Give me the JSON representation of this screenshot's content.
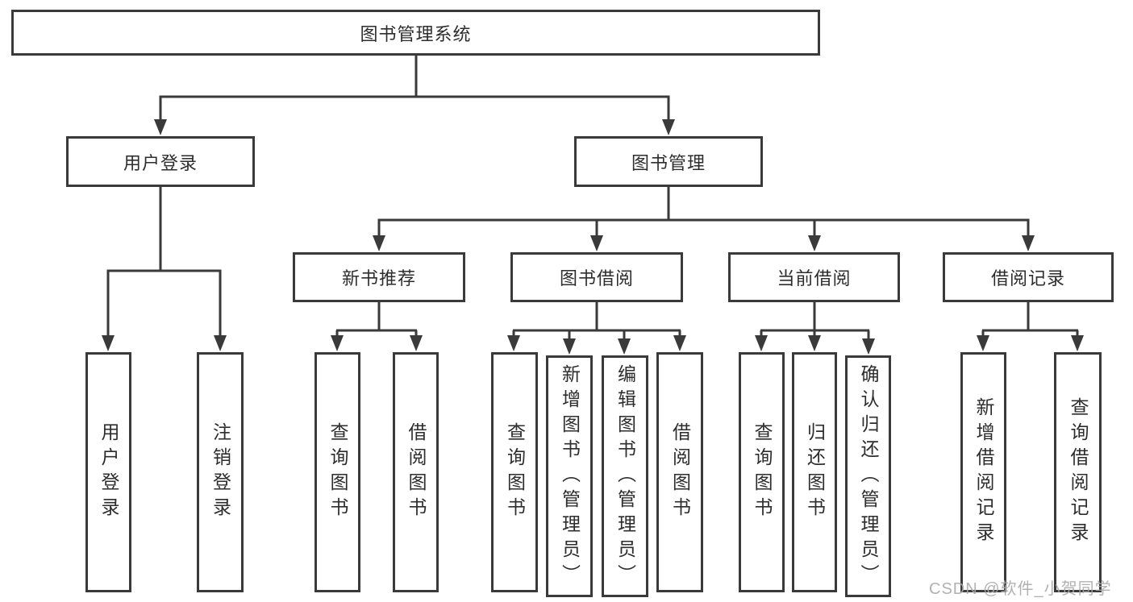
{
  "diagram": {
    "root": {
      "label": "图书管理系统"
    },
    "login": {
      "label": "用户登录",
      "children": [
        {
          "label": "用户登录"
        },
        {
          "label": "注销登录"
        }
      ]
    },
    "management": {
      "label": "图书管理",
      "sections": [
        {
          "label": "新书推荐",
          "children": [
            {
              "label": "查询图书"
            },
            {
              "label": "借阅图书"
            }
          ]
        },
        {
          "label": "图书借阅",
          "children": [
            {
              "label": "查询图书"
            },
            {
              "label": "新增图书（管理员）"
            },
            {
              "label": "编辑图书（管理员）"
            },
            {
              "label": "借阅图书"
            }
          ]
        },
        {
          "label": "当前借阅",
          "children": [
            {
              "label": "查询图书"
            },
            {
              "label": "归还图书"
            },
            {
              "label": "确认归还（管理员）"
            }
          ]
        },
        {
          "label": "借阅记录",
          "children": [
            {
              "label": "新增借阅记录"
            },
            {
              "label": "查询借阅记录"
            }
          ]
        }
      ]
    }
  },
  "watermark": {
    "text": "CSDN @软件_小贺同学"
  },
  "colors": {
    "line": "#3a3a3a",
    "text": "#2d2d2d",
    "watermark": "#a8a8a8",
    "background": "#ffffff"
  }
}
